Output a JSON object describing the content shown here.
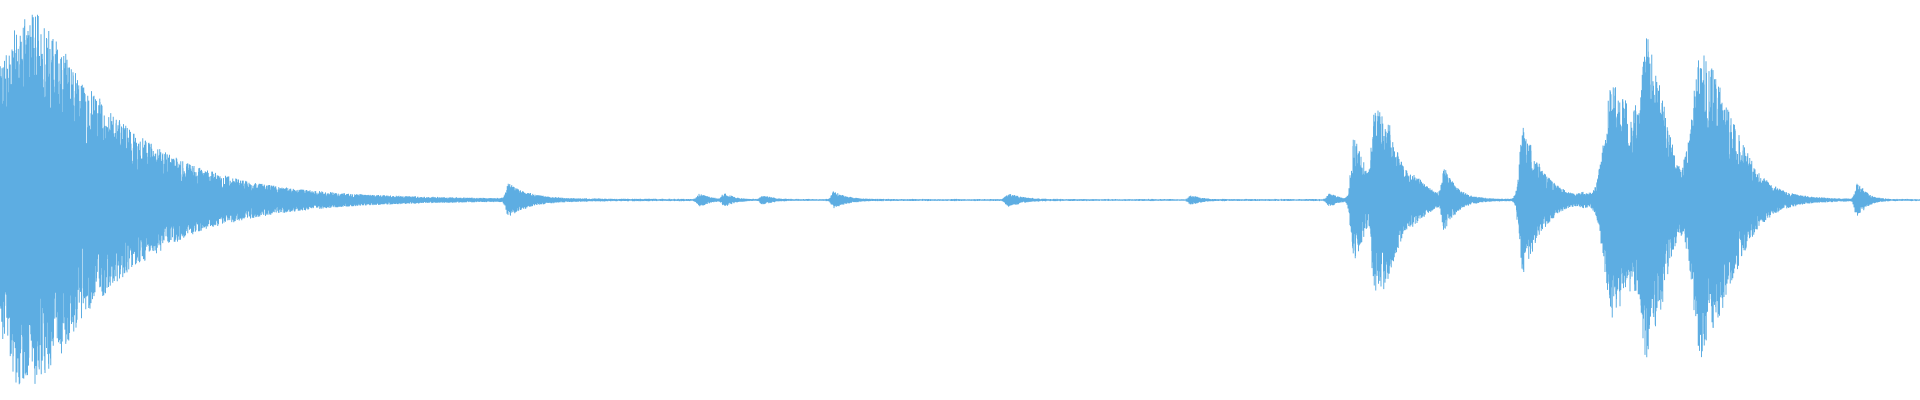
{
  "waveform": {
    "color": "#5dade2",
    "background": "#ffffff",
    "baseline_amplitude": 0.006,
    "bursts": [
      {
        "t": 0.002,
        "amp": 0.78,
        "width": 0.012,
        "decay": 0.05
      },
      {
        "t": 0.012,
        "amp": 0.62,
        "width": 0.01,
        "decay": 0.04
      },
      {
        "t": 0.032,
        "amp": 0.08,
        "width": 0.03,
        "decay": 0.04
      },
      {
        "t": 0.265,
        "amp": 0.08,
        "width": 0.004,
        "decay": 0.01
      },
      {
        "t": 0.364,
        "amp": 0.03,
        "width": 0.003,
        "decay": 0.004
      },
      {
        "t": 0.377,
        "amp": 0.03,
        "width": 0.003,
        "decay": 0.004
      },
      {
        "t": 0.397,
        "amp": 0.02,
        "width": 0.003,
        "decay": 0.004
      },
      {
        "t": 0.434,
        "amp": 0.04,
        "width": 0.003,
        "decay": 0.006
      },
      {
        "t": 0.525,
        "amp": 0.03,
        "width": 0.004,
        "decay": 0.006
      },
      {
        "t": 0.62,
        "amp": 0.02,
        "width": 0.003,
        "decay": 0.004
      },
      {
        "t": 0.692,
        "amp": 0.03,
        "width": 0.003,
        "decay": 0.004
      },
      {
        "t": 0.705,
        "amp": 0.32,
        "width": 0.004,
        "decay": 0.006
      },
      {
        "t": 0.716,
        "amp": 0.45,
        "width": 0.004,
        "decay": 0.008
      },
      {
        "t": 0.722,
        "amp": 0.18,
        "width": 0.006,
        "decay": 0.01
      },
      {
        "t": 0.737,
        "amp": 0.04,
        "width": 0.006,
        "decay": 0.006
      },
      {
        "t": 0.752,
        "amp": 0.14,
        "width": 0.003,
        "decay": 0.006
      },
      {
        "t": 0.793,
        "amp": 0.38,
        "width": 0.005,
        "decay": 0.01
      },
      {
        "t": 0.824,
        "amp": 0.02,
        "width": 0.004,
        "decay": 0.004
      },
      {
        "t": 0.84,
        "amp": 0.62,
        "width": 0.012,
        "decay": 0.006
      },
      {
        "t": 0.858,
        "amp": 0.7,
        "width": 0.008,
        "decay": 0.008
      },
      {
        "t": 0.886,
        "amp": 0.78,
        "width": 0.012,
        "decay": 0.012
      },
      {
        "t": 0.905,
        "amp": 0.05,
        "width": 0.006,
        "decay": 0.008
      },
      {
        "t": 0.967,
        "amp": 0.08,
        "width": 0.003,
        "decay": 0.004
      }
    ]
  }
}
